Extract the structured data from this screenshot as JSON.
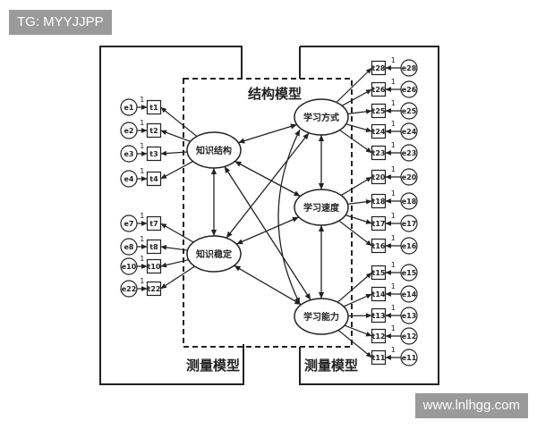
{
  "watermarks": {
    "top_left": "TG: MYYJJPP",
    "bottom_right": "www.lnlhgg.com"
  },
  "titles": {
    "structural_model": "结构模型",
    "measurement_model_left": "测量模型",
    "measurement_model_right": "测量模型"
  },
  "latents": [
    {
      "id": "L1",
      "label": "知识结构"
    },
    {
      "id": "L2",
      "label": "知识稳定"
    },
    {
      "id": "L3",
      "label": "学习方式"
    },
    {
      "id": "L4",
      "label": "学习速度"
    },
    {
      "id": "L5",
      "label": "学习能力"
    }
  ],
  "left_indicators": [
    {
      "t": "t1",
      "e": "e1",
      "latent": "L1"
    },
    {
      "t": "t2",
      "e": "e2",
      "latent": "L1"
    },
    {
      "t": "t3",
      "e": "e3",
      "latent": "L1"
    },
    {
      "t": "t4",
      "e": "e4",
      "latent": "L1"
    },
    {
      "t": "t7",
      "e": "e7",
      "latent": "L2"
    },
    {
      "t": "t8",
      "e": "e8",
      "latent": "L2"
    },
    {
      "t": "t10",
      "e": "e10",
      "latent": "L2"
    },
    {
      "t": "t22",
      "e": "e22",
      "latent": "L2"
    }
  ],
  "right_indicators": [
    {
      "t": "t28",
      "e": "e28",
      "latent": "L3"
    },
    {
      "t": "t26",
      "e": "e26",
      "latent": "L3"
    },
    {
      "t": "t25",
      "e": "e25",
      "latent": "L3"
    },
    {
      "t": "t24",
      "e": "e24",
      "latent": "L3"
    },
    {
      "t": "t23",
      "e": "e23",
      "latent": "L3"
    },
    {
      "t": "t20",
      "e": "e20",
      "latent": "L4"
    },
    {
      "t": "t18",
      "e": "e18",
      "latent": "L4"
    },
    {
      "t": "t17",
      "e": "e17",
      "latent": "L4"
    },
    {
      "t": "t16",
      "e": "e16",
      "latent": "L4"
    },
    {
      "t": "t15",
      "e": "e15",
      "latent": "L5"
    },
    {
      "t": "t14",
      "e": "e14",
      "latent": "L5"
    },
    {
      "t": "t13",
      "e": "e13",
      "latent": "L5"
    },
    {
      "t": "t12",
      "e": "e12",
      "latent": "L5"
    },
    {
      "t": "t11",
      "e": "e11",
      "latent": "L5"
    }
  ],
  "fixed_loading": "1",
  "structural_paths": [
    {
      "from": "L1",
      "to": "L3",
      "type": "double"
    },
    {
      "from": "L1",
      "to": "L4",
      "type": "double"
    },
    {
      "from": "L1",
      "to": "L5",
      "type": "double"
    },
    {
      "from": "L1",
      "to": "L2",
      "type": "double"
    },
    {
      "from": "L2",
      "to": "L3",
      "type": "double"
    },
    {
      "from": "L2",
      "to": "L4",
      "type": "double"
    },
    {
      "from": "L2",
      "to": "L5",
      "type": "double"
    },
    {
      "from": "L3",
      "to": "L4",
      "type": "double"
    },
    {
      "from": "L4",
      "to": "L5",
      "type": "double"
    },
    {
      "from": "L3",
      "to": "L5",
      "type": "curved"
    }
  ]
}
